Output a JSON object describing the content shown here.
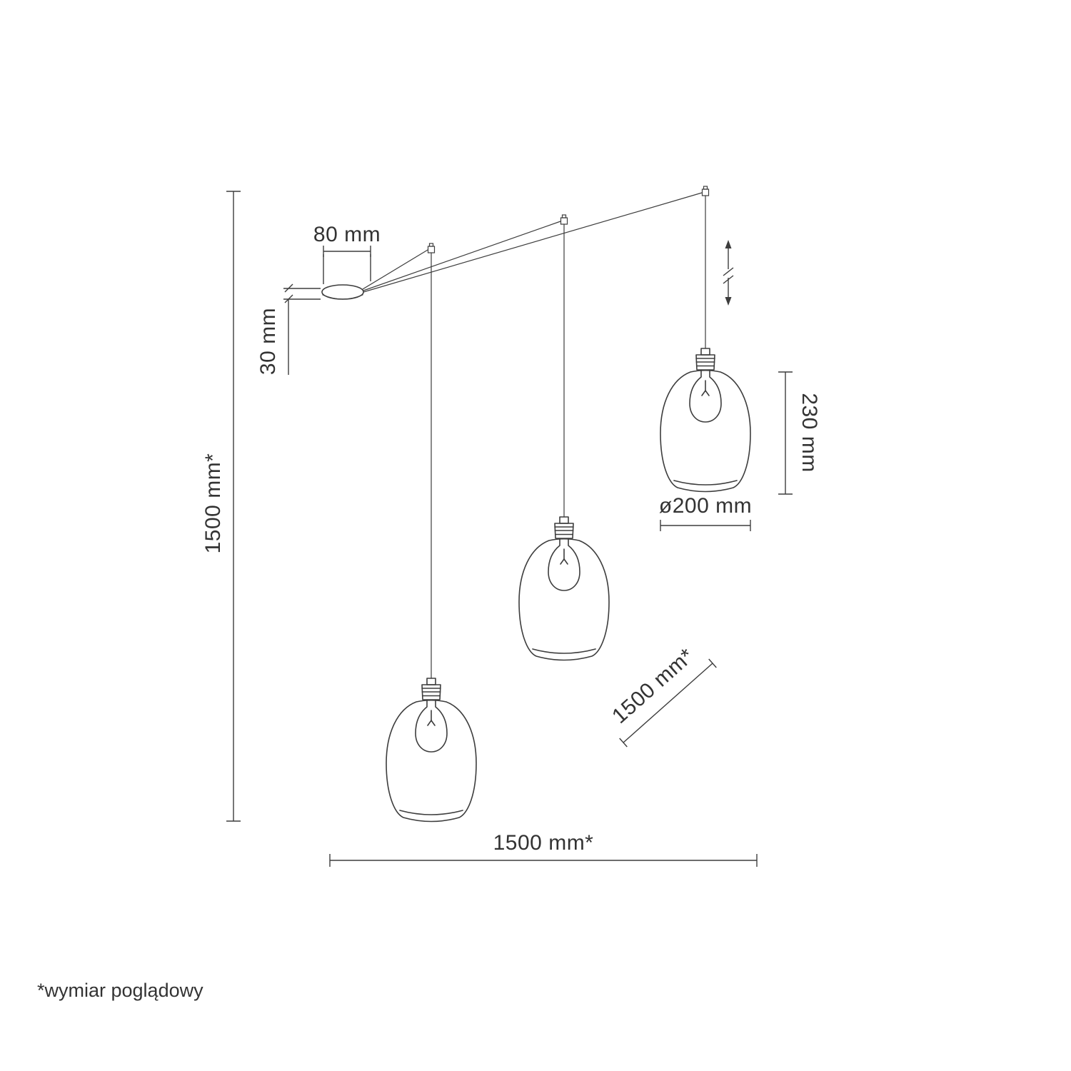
{
  "labels": {
    "canopy_width": "80 mm",
    "canopy_height": "30 mm",
    "overall_height": "1500 mm*",
    "shade_height": "230 mm",
    "shade_diameter": "ø200 mm",
    "cable_length": "1500 mm*",
    "overall_width": "1500 mm*",
    "footnote": "*wymiar poglądowy"
  },
  "colors": {
    "line": "#3d3d3d",
    "text": "#333333",
    "background": "#ffffff"
  }
}
